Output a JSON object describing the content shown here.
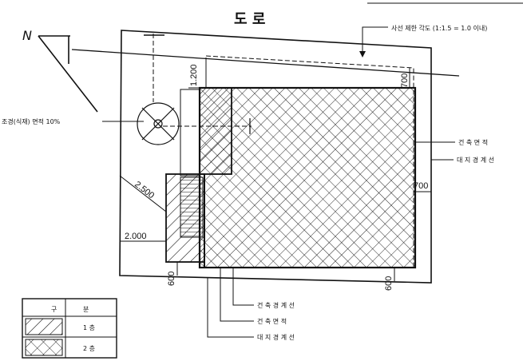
{
  "title": "도 로",
  "north": "N",
  "dimensions": {
    "d1200": "1.200",
    "d700_top": "700",
    "d700_right": "700",
    "d2500": "2.500",
    "d2000": "2.000",
    "d600_left": "600",
    "d600_right": "600"
  },
  "annotations": {
    "top_right": "사선 제한 각도 (1:1.5 = 1.0 이내)",
    "left_tree": "조경(식재) 면적 10%",
    "right_1": "건 축 면 적",
    "right_2": "대 지 경 계 선",
    "bottom_1": "건 축 경 계 선",
    "bottom_2": "건 축 면 적",
    "bottom_3": "대 지 경 계 선"
  },
  "legend": {
    "header_col1": "구",
    "header_col2": "분",
    "row1_label": "1 층",
    "row2_label": "2 층"
  }
}
